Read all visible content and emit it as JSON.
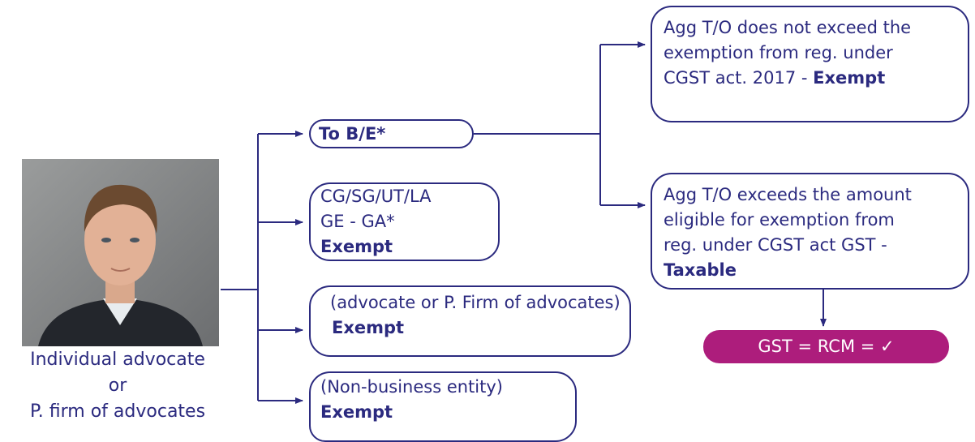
{
  "person": {
    "caption_lines": [
      "Individual advocate",
      "or",
      "P. firm of advocates"
    ]
  },
  "branches": {
    "to_be": {
      "text": "To B/E*"
    },
    "cg": {
      "line1": "CG/SG/UT/LA",
      "line2": "GE  - GA*",
      "status": "Exempt"
    },
    "advocate": {
      "text": "(advocate or P. Firm of advocates)",
      "status": "Exempt"
    },
    "non_business": {
      "text": "(Non-business entity)",
      "status": "Exempt"
    }
  },
  "outcomes": {
    "not_exceed": {
      "lines": [
        "Agg T/O does not exceed the",
        "exemption from reg. under",
        "CGST act. 2017 - "
      ],
      "status": "Exempt"
    },
    "exceeds": {
      "lines": [
        "Agg T/O exceeds the amount",
        "eligible for exemption from",
        "reg. under CGST act GST -"
      ],
      "status": "Taxable"
    }
  },
  "result": {
    "text": "GST = RCM = ✓"
  },
  "colors": {
    "primary": "#2b2a7f",
    "accent": "#ad1d7c"
  }
}
